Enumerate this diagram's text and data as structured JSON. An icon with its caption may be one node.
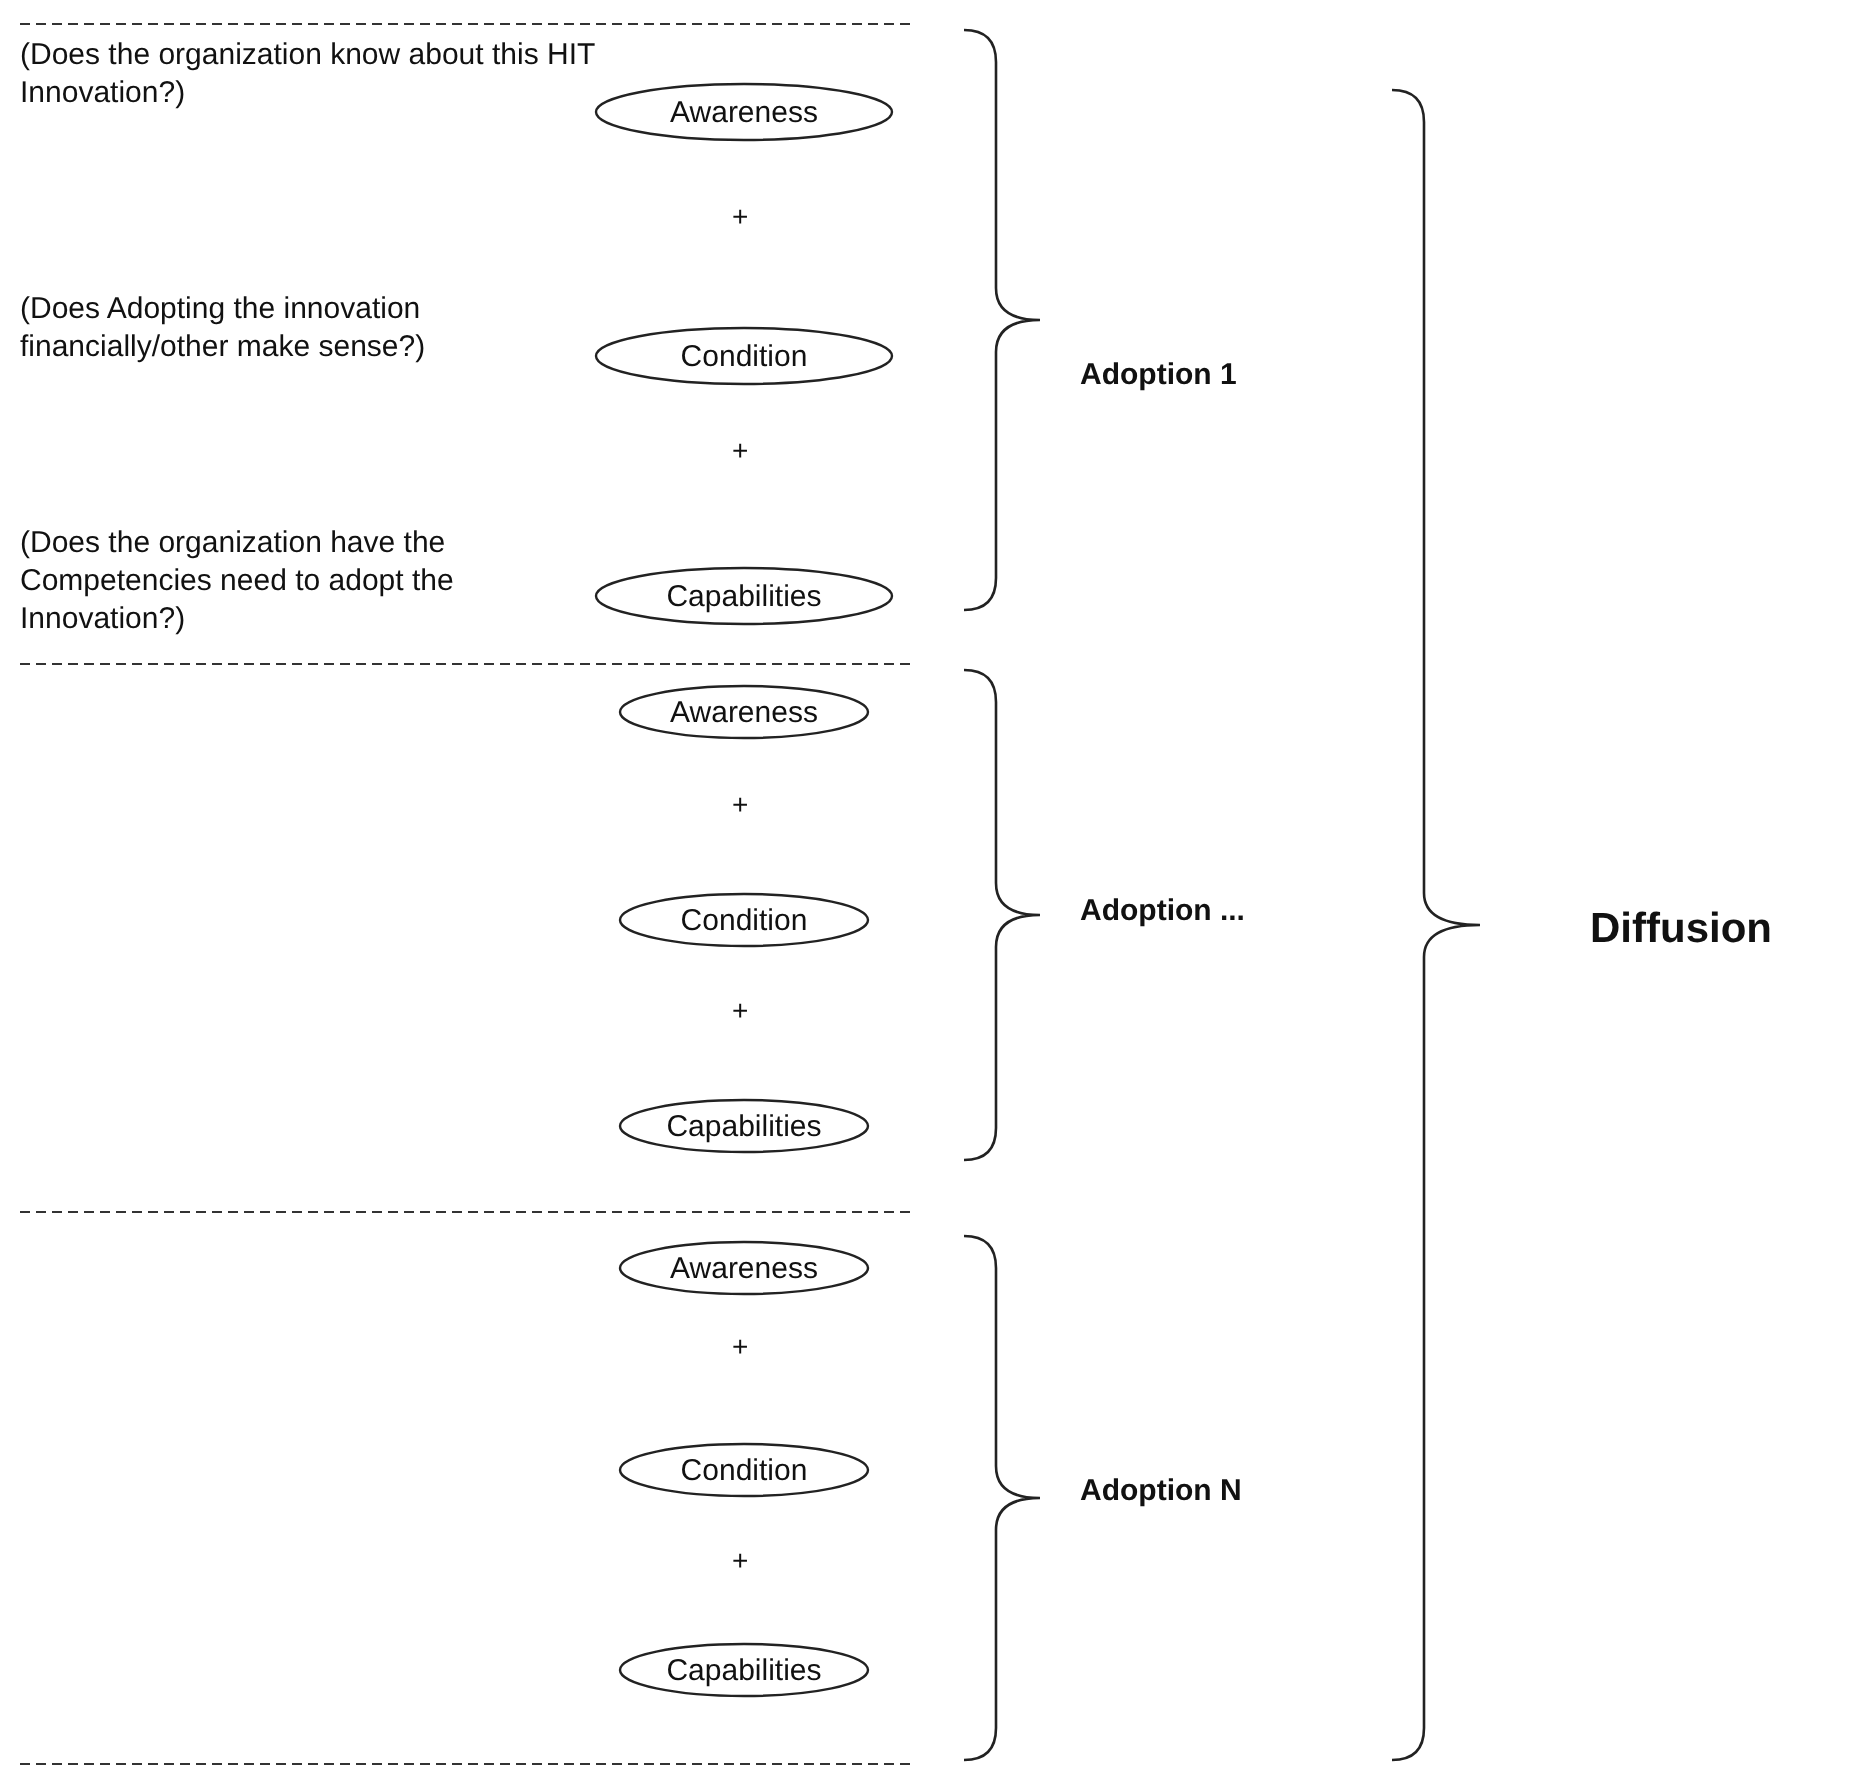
{
  "diagram": {
    "nodes": [
      {
        "text": [
          "Awareness"
        ]
      },
      {
        "text": [
          "Condition"
        ]
      },
      {
        "text": [
          "Capabilities"
        ]
      },
      {
        "text": [
          "Awareness"
        ]
      },
      {
        "text": [
          "Condition"
        ]
      },
      {
        "text": [
          "Capabilities"
        ]
      },
      {
        "text": [
          "Awareness"
        ]
      },
      {
        "text": [
          "Condition"
        ]
      },
      {
        "text": [
          "Capabilities"
        ]
      }
    ],
    "labels": [
      "(Does the organization know about this HIT Innovation?)",
      "(Does Adopting the innovation financially/other make sense?)",
      "(Does the organization have the Competencies need to adopt the Innovation?)",
      "+",
      "+",
      "+",
      "+",
      "+",
      "+",
      "Adoption 1",
      "Adoption ...",
      "Adoption N",
      "Diffusion"
    ]
  }
}
